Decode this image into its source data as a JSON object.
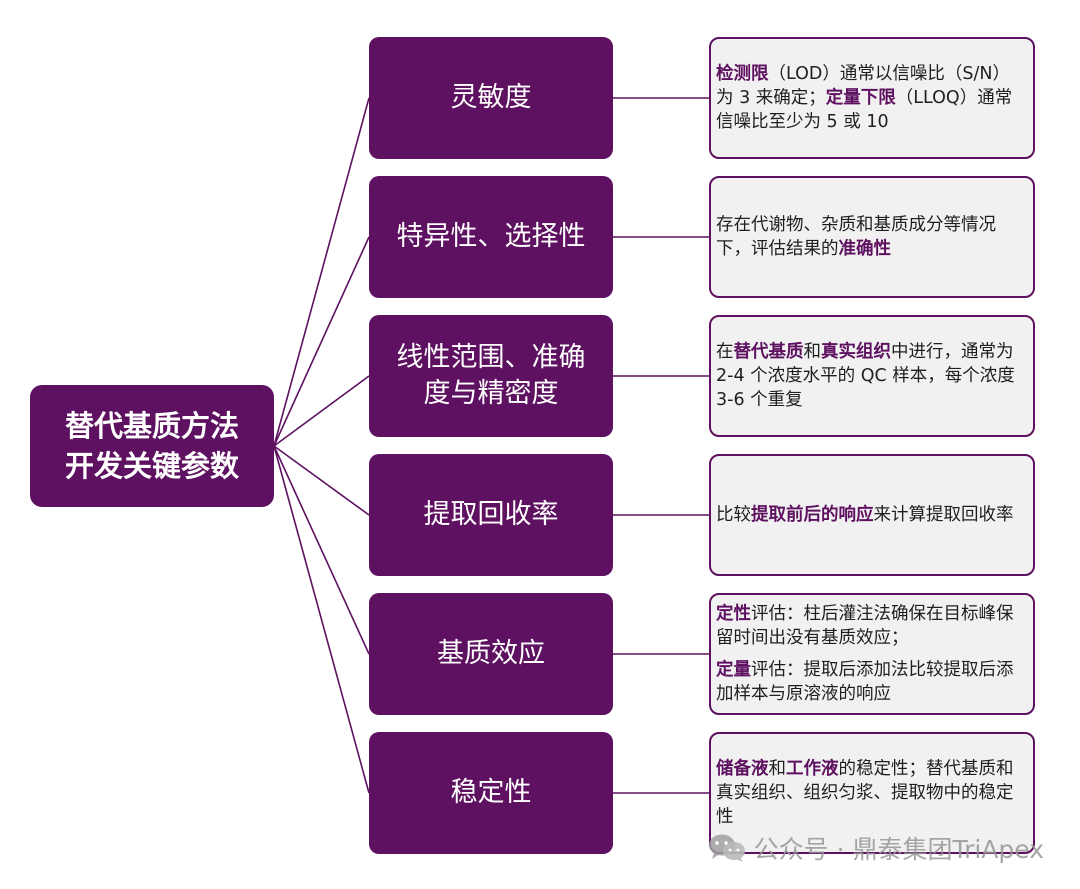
{
  "root": {
    "title_line1": "替代基质方法",
    "title_line2": "开发关键参数"
  },
  "colors": {
    "box": "#5e1160",
    "highlight": "#5e1160",
    "desc_bg": "#f1f1f1"
  },
  "rows": [
    {
      "label_line1": "灵敏度",
      "label_line2": "",
      "desc": [
        [
          {
            "t": "检测限",
            "hl": true
          },
          {
            "t": "（LOD）通常以信噪比（S/N）为 3 来确定；"
          },
          {
            "t": "定量下限",
            "hl": true
          },
          {
            "t": "（LLOQ）通常信噪比至少为 5 或 10"
          }
        ]
      ]
    },
    {
      "label_line1": "特异性、选择性",
      "label_line2": "",
      "desc": [
        [
          {
            "t": "存在代谢物、杂质和基质成分等情况下，评估结果的"
          },
          {
            "t": "准确性",
            "hl": true
          }
        ]
      ]
    },
    {
      "label_line1": "线性范围、准确",
      "label_line2": "度与精密度",
      "desc": [
        [
          {
            "t": "在"
          },
          {
            "t": "替代基质",
            "hl": true
          },
          {
            "t": "和"
          },
          {
            "t": "真实组织",
            "hl": true
          },
          {
            "t": "中进行，通常为 2-4 个浓度水平的 QC 样本，每个浓度 3-6 个重复"
          }
        ]
      ]
    },
    {
      "label_line1": "提取回收率",
      "label_line2": "",
      "desc": [
        [
          {
            "t": "比较"
          },
          {
            "t": "提取前后的响应",
            "hl": true
          },
          {
            "t": "来计算提取回收率"
          }
        ]
      ]
    },
    {
      "label_line1": "基质效应",
      "label_line2": "",
      "desc": [
        [
          {
            "t": "定性",
            "hl": true
          },
          {
            "t": "评估：柱后灌注法确保在目标峰保留时间出没有基质效应；"
          }
        ],
        [
          {
            "t": "定量",
            "hl": true
          },
          {
            "t": "评估：提取后添加法比较提取后添加样本与原溶液的响应"
          }
        ]
      ]
    },
    {
      "label_line1": "稳定性",
      "label_line2": "",
      "desc": [
        [
          {
            "t": "储备液",
            "hl": true
          },
          {
            "t": "和"
          },
          {
            "t": "工作液",
            "hl": true
          },
          {
            "t": "的稳定性；替代基质和真实组织、组织匀浆、提取物中的稳定性"
          }
        ]
      ]
    }
  ],
  "watermark": {
    "text": "公众号 · 鼎泰集团TriApex",
    "icon": "wechat-icon"
  }
}
